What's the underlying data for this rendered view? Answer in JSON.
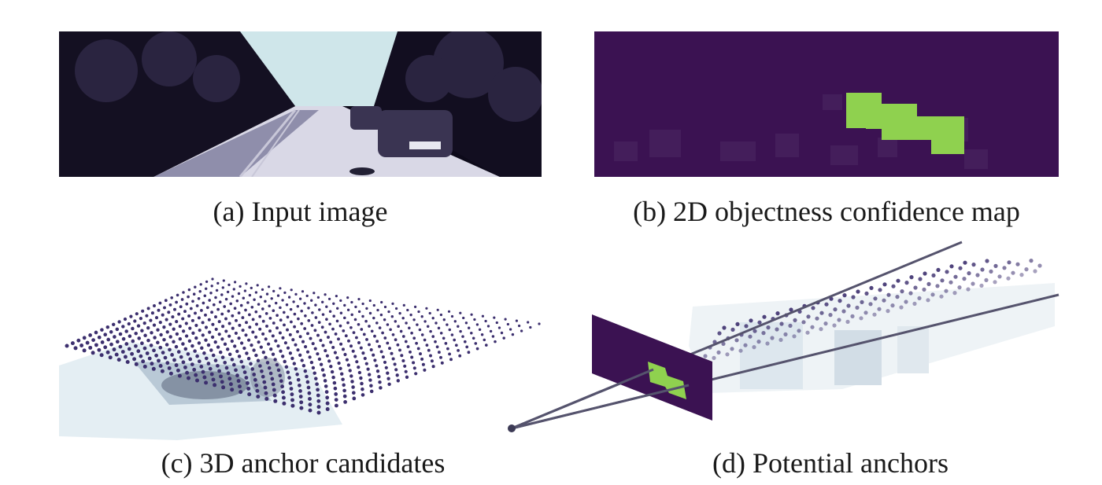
{
  "figure": {
    "panels": [
      {
        "id": "a",
        "caption": "(a) Input image"
      },
      {
        "id": "b",
        "caption": "(b) 2D objectness confidence map"
      },
      {
        "id": "c",
        "caption": "(c) 3D anchor candidates"
      },
      {
        "id": "d",
        "caption": "(d) Potential anchors"
      }
    ],
    "colors": {
      "confidence_background": "#3b1252",
      "confidence_high": "#8fd14f",
      "anchor_dot": "#3c2f6e",
      "ray_line": "#55536d",
      "sky": "#cfe6ea"
    }
  }
}
